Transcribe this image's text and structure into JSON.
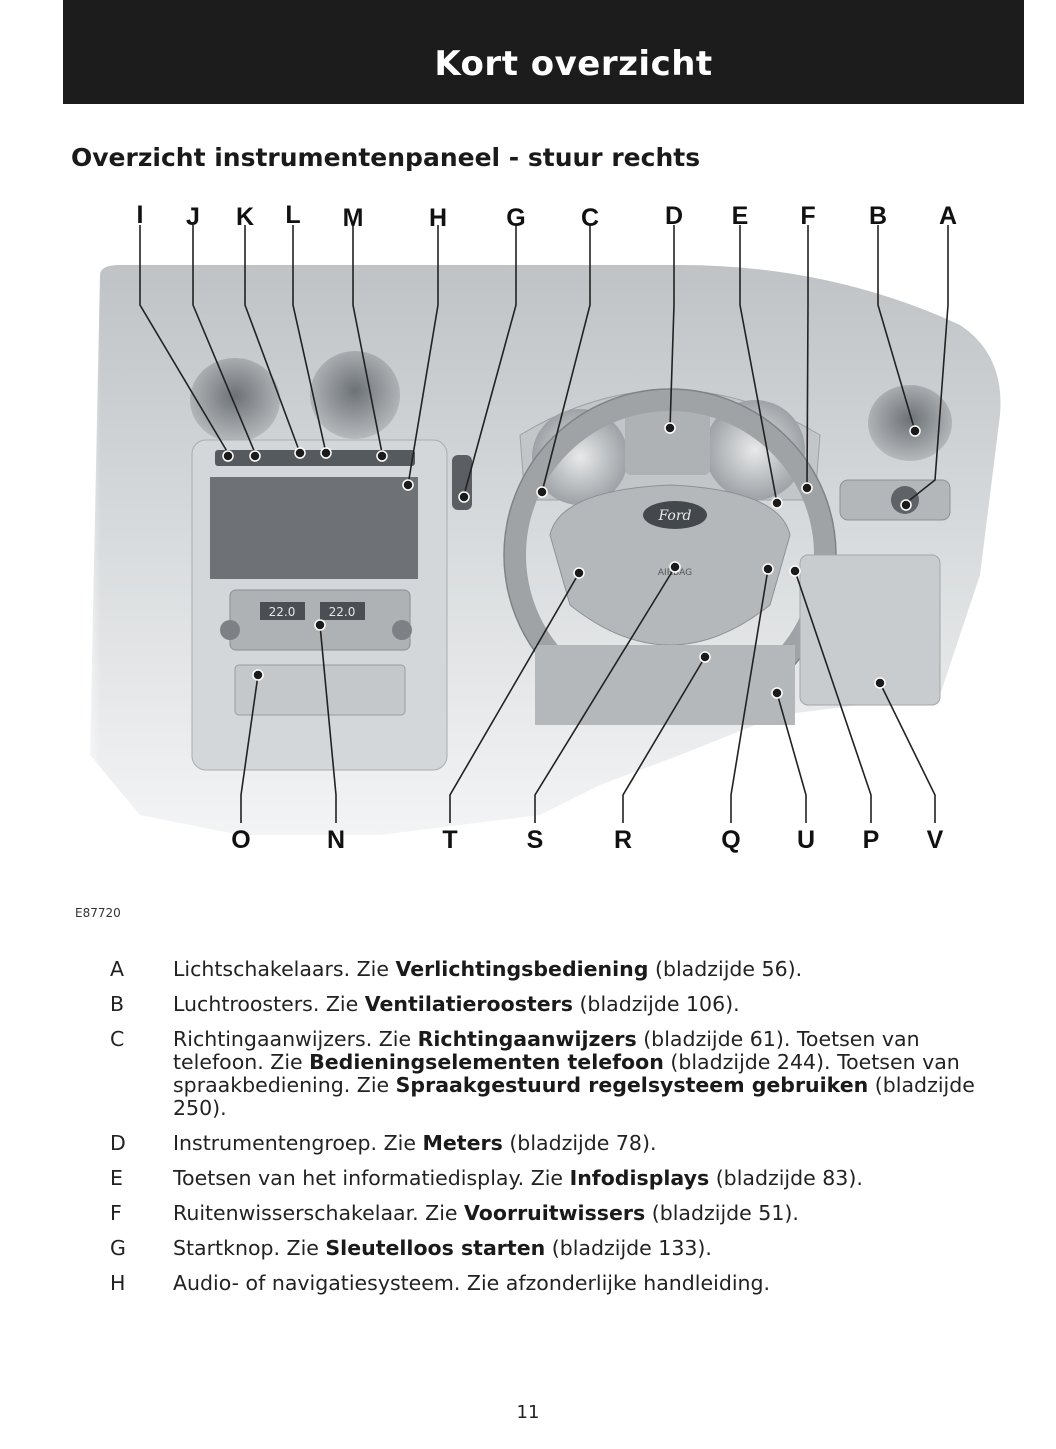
{
  "header": {
    "title": "Kort overzicht"
  },
  "section_title": "Overzicht instrumentenpaneel - stuur rechts",
  "diagram": {
    "top_labels": [
      "I",
      "J",
      "K",
      "L",
      "M",
      "H",
      "G",
      "C",
      "D",
      "E",
      "F",
      "B",
      "A"
    ],
    "bottom_labels": [
      "O",
      "N",
      "T",
      "S",
      "R",
      "Q",
      "U",
      "P",
      "V"
    ],
    "wheel_logo": "Ford",
    "airbag_text": "AIRBAG",
    "climate_left_temp": "22.0",
    "climate_right_temp": "22.0"
  },
  "figure_id": "E87720",
  "legend": [
    {
      "letter": "A",
      "parts": [
        {
          "t": "Lichtschakelaars.  Zie "
        },
        {
          "b": "Verlichtingsbediening"
        },
        {
          "t": " (bladzijde 56)."
        }
      ]
    },
    {
      "letter": "B",
      "parts": [
        {
          "t": "Luchtroosters.  Zie "
        },
        {
          "b": "Ventilatieroosters"
        },
        {
          "t": " (bladzijde 106)."
        }
      ]
    },
    {
      "letter": "C",
      "parts": [
        {
          "t": "Richtingaanwijzers.  Zie "
        },
        {
          "b": "Richtingaanwijzers"
        },
        {
          "t": " (bladzijde 61).  Toetsen van telefoon.  Zie "
        },
        {
          "b": "Bedieningselementen telefoon"
        },
        {
          "t": " (bladzijde 244).  Toetsen van spraakbediening.  Zie "
        },
        {
          "b": "Spraakgestuurd regelsysteem gebruiken"
        },
        {
          "t": " (bladzijde 250)."
        }
      ]
    },
    {
      "letter": "D",
      "parts": [
        {
          "t": "Instrumentengroep.  Zie "
        },
        {
          "b": "Meters"
        },
        {
          "t": " (bladzijde 78)."
        }
      ]
    },
    {
      "letter": "E",
      "parts": [
        {
          "t": "Toetsen van het informatiedisplay.  Zie "
        },
        {
          "b": "Infodisplays"
        },
        {
          "t": " (bladzijde 83)."
        }
      ]
    },
    {
      "letter": "F",
      "parts": [
        {
          "t": "Ruitenwisserschakelaar.  Zie "
        },
        {
          "b": "Voorruitwissers"
        },
        {
          "t": " (bladzijde 51)."
        }
      ]
    },
    {
      "letter": "G",
      "parts": [
        {
          "t": "Startknop.  Zie "
        },
        {
          "b": "Sleutelloos starten"
        },
        {
          "t": " (bladzijde 133)."
        }
      ]
    },
    {
      "letter": "H",
      "parts": [
        {
          "t": "Audio- of navigatiesysteem. Zie afzonderlijke handleiding."
        }
      ]
    }
  ],
  "page_number": "11"
}
